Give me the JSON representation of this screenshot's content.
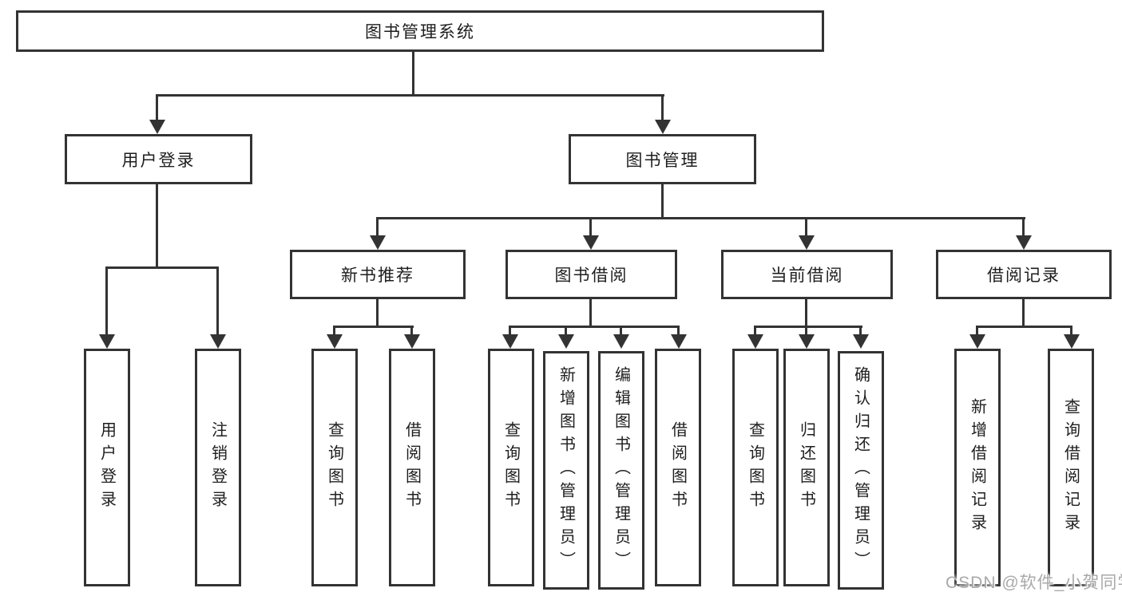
{
  "diagram": {
    "type": "functional-structure-tree",
    "colors": {
      "line": "#333333",
      "text": "#1e1e1e",
      "node_fill": "#ffffff",
      "watermark": "#a9a9a9",
      "background": "#ffffff"
    }
  },
  "tree": {
    "root": {
      "label": "图书管理系统"
    },
    "level2": [
      {
        "label": "用户登录"
      },
      {
        "label": "图书管理"
      }
    ],
    "level3": [
      {
        "label": "新书推荐"
      },
      {
        "label": "图书借阅"
      },
      {
        "label": "当前借阅"
      },
      {
        "label": "借阅记录"
      }
    ],
    "leaves": {
      "user_login": [
        {
          "label": "用户登录"
        },
        {
          "label": "注销登录"
        }
      ],
      "new_book": [
        {
          "label": "查询图书"
        },
        {
          "label": "借阅图书"
        }
      ],
      "borrow": [
        {
          "label": "查询图书"
        },
        {
          "label": "新增图书（管理员）"
        },
        {
          "label": "编辑图书（管理员）"
        },
        {
          "label": "借阅图书"
        }
      ],
      "current": [
        {
          "label": "查询图书"
        },
        {
          "label": "归还图书"
        },
        {
          "label": "确认归还（管理员）"
        }
      ],
      "records": [
        {
          "label": "新增借阅记录"
        },
        {
          "label": "查询借阅记录"
        }
      ]
    }
  },
  "watermark": "CSDN @软件_小贺同学"
}
